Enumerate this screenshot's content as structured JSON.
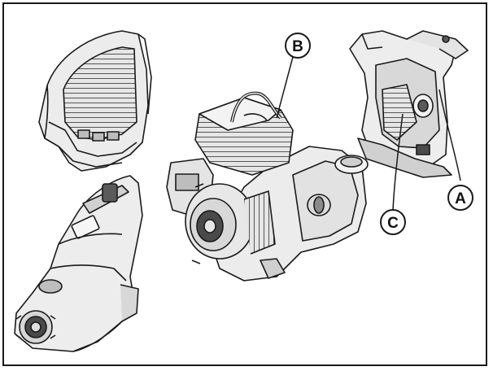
{
  "callouts": {
    "a": "A",
    "b": "B",
    "c": "C"
  },
  "colors": {
    "line": "#1a1a1a",
    "part_fill": "#e9e9e9",
    "shade": "#bdbdbd",
    "dark": "#4a4a4a"
  }
}
